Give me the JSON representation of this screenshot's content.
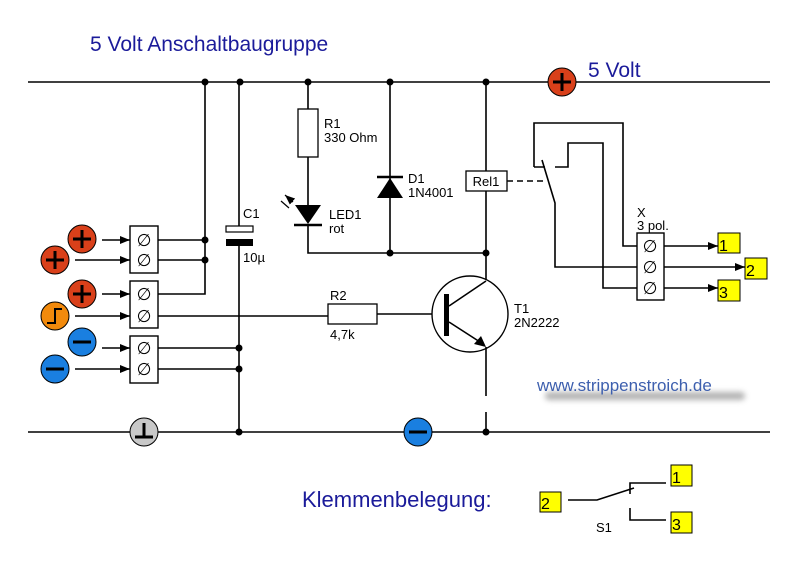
{
  "title": "5 Volt Anschaltbaugruppe",
  "rail_label": "5 Volt",
  "components": {
    "r1": {
      "name": "R1",
      "value": "330 Ohm"
    },
    "led1": {
      "name": "LED1",
      "value": "rot"
    },
    "d1": {
      "name": "D1",
      "value": "1N4001"
    },
    "rel1": {
      "name": "Rel1"
    },
    "c1": {
      "name": "C1",
      "value": "10µ"
    },
    "r2": {
      "name": "R2",
      "value": "4,7k"
    },
    "t1": {
      "name": "T1",
      "value": "2N2222"
    },
    "x": {
      "name": "X",
      "value": "3 pol."
    }
  },
  "outputs": [
    "1",
    "2",
    "3"
  ],
  "watermark": "www.strippenstroich.de",
  "legend": {
    "title": "Klemmenbelegung:",
    "switch": "S1",
    "pins": [
      "1",
      "2",
      "3"
    ]
  },
  "colors": {
    "plus": "#d9401a",
    "minus": "#1a7fe0",
    "signal": "#f28a0c",
    "ground": "#c8c8c8",
    "title": "#1b1b9a"
  }
}
